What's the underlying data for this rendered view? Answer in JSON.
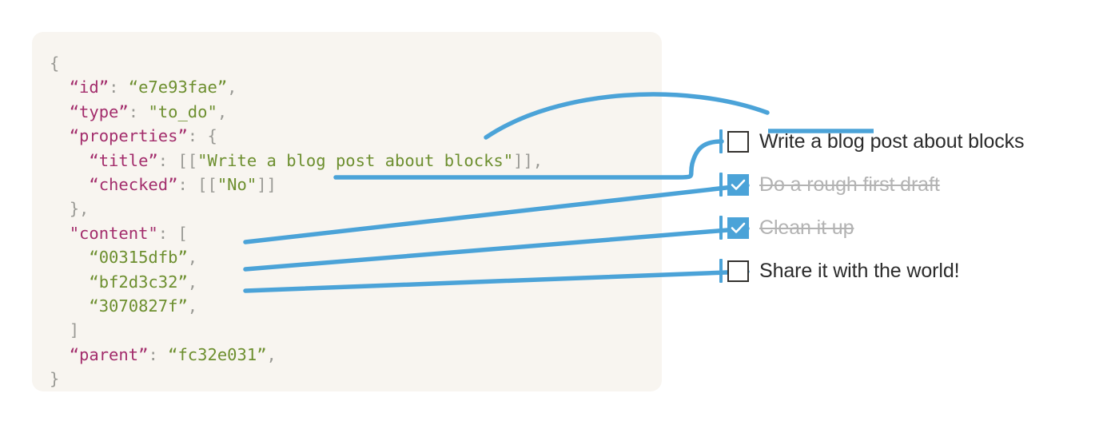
{
  "theme": {
    "panel_bg": "#f8f5f0",
    "page_bg": "#ffffff",
    "accent_blue": "#4ba3d8",
    "key_color": "#a32d6c",
    "value_color": "#6d8f2f",
    "punct_color": "#9a9a95",
    "text_color": "#2b2b2b",
    "done_color": "#b3b3b3"
  },
  "code": {
    "lines": [
      {
        "indent": 0,
        "tokens": [
          {
            "t": "{",
            "c": "p"
          }
        ]
      },
      {
        "indent": 1,
        "tokens": [
          {
            "t": "“id”",
            "c": "k"
          },
          {
            "t": ": ",
            "c": "p"
          },
          {
            "t": "“e7e93fae”",
            "c": "v"
          },
          {
            "t": ",",
            "c": "p"
          }
        ]
      },
      {
        "indent": 1,
        "tokens": [
          {
            "t": "“type”",
            "c": "k"
          },
          {
            "t": ": ",
            "c": "p"
          },
          {
            "t": "\"to_do\"",
            "c": "v"
          },
          {
            "t": ",",
            "c": "p"
          }
        ]
      },
      {
        "indent": 1,
        "tokens": [
          {
            "t": "“properties”",
            "c": "k"
          },
          {
            "t": ": {",
            "c": "p"
          }
        ]
      },
      {
        "indent": 2,
        "tokens": [
          {
            "t": "“title”",
            "c": "k"
          },
          {
            "t": ": [[",
            "c": "p"
          },
          {
            "t": "\"Write a blog post about blocks\"",
            "c": "v"
          },
          {
            "t": "]],",
            "c": "p"
          }
        ]
      },
      {
        "indent": 2,
        "tokens": [
          {
            "t": "“checked”",
            "c": "k"
          },
          {
            "t": ": [[",
            "c": "p"
          },
          {
            "t": "\"No\"",
            "c": "v"
          },
          {
            "t": "]]",
            "c": "p"
          }
        ]
      },
      {
        "indent": 1,
        "tokens": [
          {
            "t": "},",
            "c": "p"
          }
        ]
      },
      {
        "indent": 1,
        "tokens": [
          {
            "t": "\"content\"",
            "c": "k"
          },
          {
            "t": ": [",
            "c": "p"
          }
        ]
      },
      {
        "indent": 2,
        "tokens": [
          {
            "t": "“00315dfb”",
            "c": "v"
          },
          {
            "t": ",",
            "c": "p"
          }
        ]
      },
      {
        "indent": 2,
        "tokens": [
          {
            "t": "“bf2d3c32”",
            "c": "v"
          },
          {
            "t": ",",
            "c": "p"
          }
        ]
      },
      {
        "indent": 2,
        "tokens": [
          {
            "t": "“3070827f”",
            "c": "v"
          },
          {
            "t": ",",
            "c": "p"
          }
        ]
      },
      {
        "indent": 1,
        "tokens": [
          {
            "t": "]",
            "c": "p"
          }
        ]
      },
      {
        "indent": 1,
        "tokens": [
          {
            "t": "“parent”",
            "c": "k"
          },
          {
            "t": ": ",
            "c": "p"
          },
          {
            "t": "“fc32e031”",
            "c": "v"
          },
          {
            "t": ",",
            "c": "p"
          }
        ]
      },
      {
        "indent": 0,
        "tokens": [
          {
            "t": "}",
            "c": "p"
          }
        ]
      }
    ]
  },
  "checklist": {
    "items": [
      {
        "label": "Write a blog post about blocks",
        "checked": false
      },
      {
        "label": "Do a rough first draft",
        "checked": true
      },
      {
        "label": "Clean it up",
        "checked": true
      },
      {
        "label": "Share it with the world!",
        "checked": false
      }
    ]
  }
}
